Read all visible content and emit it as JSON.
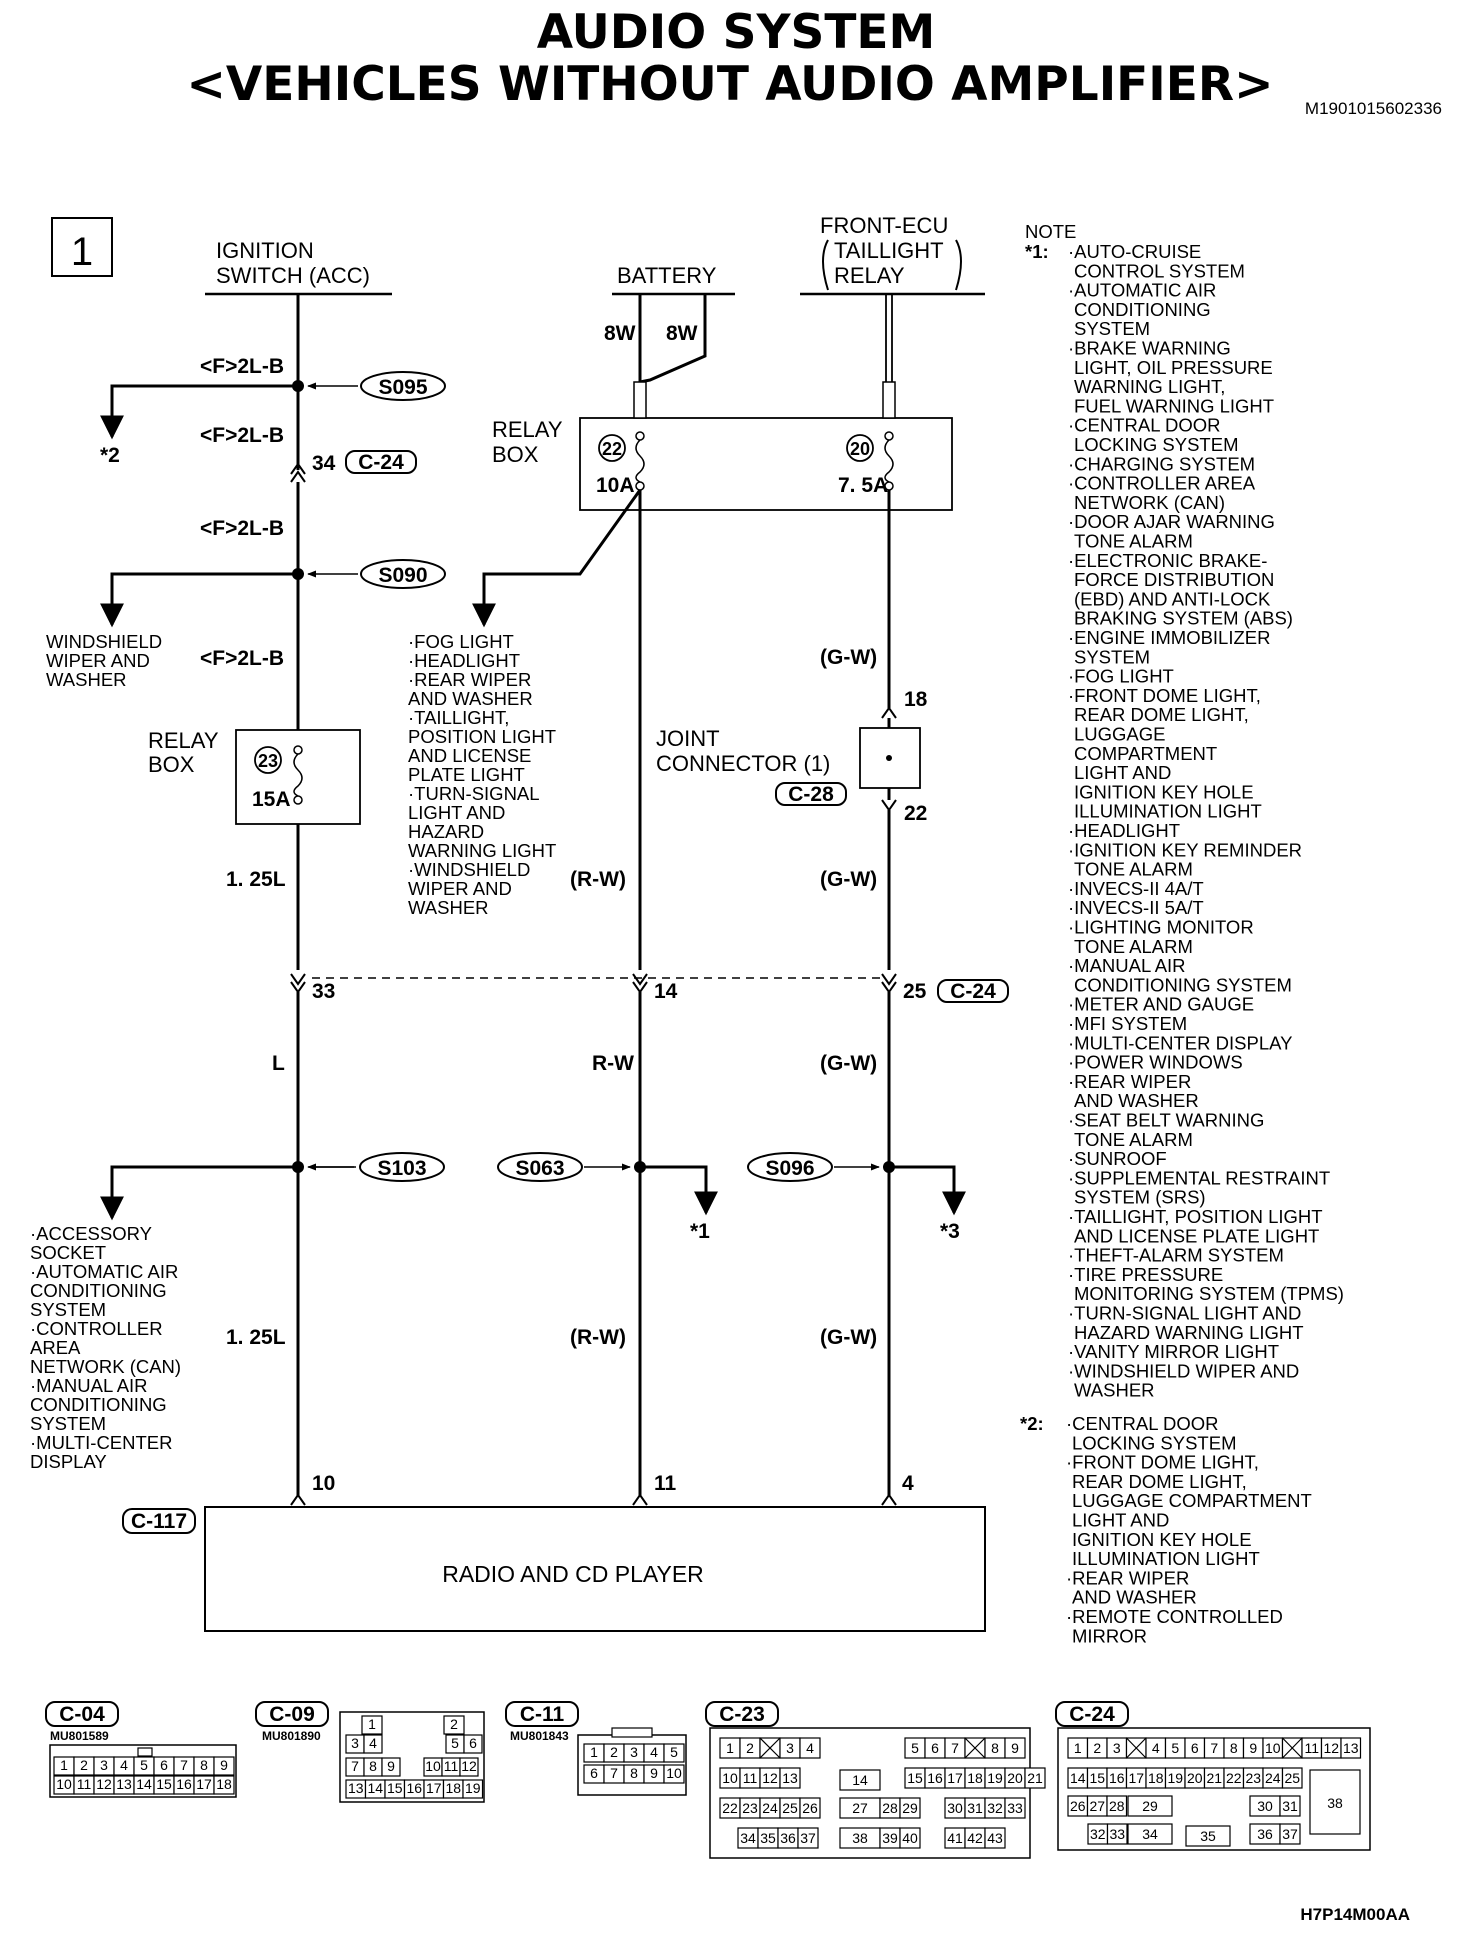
{
  "header": {
    "title_line1": "AUDIO SYSTEM",
    "title_line2": "<VEHICLES WITHOUT AUDIO AMPLIFIER>",
    "doc_id": "M1901015602336",
    "page_number": "1",
    "figure_code": "H7P14M00AA"
  },
  "sources": {
    "ignition_line1": "IGNITION",
    "ignition_line2": "SWITCH (ACC)",
    "battery": "BATTERY",
    "ecu_line1": "FRONT-ECU",
    "ecu_line2": "TAILLIGHT",
    "ecu_line3": "RELAY"
  },
  "wires": {
    "fb1": "<F>2L-B",
    "fb2": "<F>2L-B",
    "fb3": "<F>2L-B",
    "fb4": "<F>2L-B",
    "w8a": "8W",
    "w8b": "8W",
    "gw1": "(G-W)",
    "gw2": "(G-W)",
    "gw3": "(G-W)",
    "gw4": "(G-W)",
    "rw1": "(R-W)",
    "rw2": "R-W",
    "rw3": "(R-W)",
    "l125a": "1. 25L",
    "l": "L",
    "l125b": "1. 25L"
  },
  "splices": {
    "s095": "S095",
    "s090": "S090",
    "s103": "S103",
    "s063": "S063",
    "s096": "S096"
  },
  "connectors": {
    "c24_a": "C-24",
    "c24_b": "C-24",
    "c28": "C-28",
    "c117": "C-117"
  },
  "pins": {
    "p34": "34",
    "p33": "33",
    "p14": "14",
    "p25": "25",
    "p18": "18",
    "p22": "22",
    "p10": "10",
    "p11": "11",
    "p4": "4"
  },
  "relay_box_main": {
    "label1": "RELAY",
    "label2": "BOX",
    "fuse22": "22",
    "fuse22_rating": "10A",
    "fuse20": "20",
    "fuse20_rating": "7. 5A"
  },
  "relay_box_23": {
    "label1": "RELAY",
    "label2": "BOX",
    "fuse": "23",
    "rating": "15A"
  },
  "joint_connector": {
    "line1": "JOINT",
    "line2": "CONNECTOR (1)"
  },
  "refs": {
    "r2": "*2",
    "r1": "*1",
    "r3": "*3"
  },
  "destinations": {
    "windshield": [
      "WINDSHIELD",
      "WIPER AND",
      "WASHER"
    ],
    "center_list": [
      "·FOG LIGHT",
      "·HEADLIGHT",
      "·REAR WIPER",
      " AND WASHER",
      "·TAILLIGHT,",
      " POSITION LIGHT",
      " AND LICENSE",
      " PLATE LIGHT",
      "·TURN-SIGNAL",
      " LIGHT AND",
      " HAZARD",
      " WARNING LIGHT",
      "·WINDSHIELD",
      " WIPER AND",
      " WASHER"
    ],
    "left_list": [
      "·ACCESSORY",
      " SOCKET",
      "·AUTOMATIC AIR",
      " CONDITIONING",
      " SYSTEM",
      "·CONTROLLER",
      " AREA",
      " NETWORK (CAN)",
      "·MANUAL AIR",
      " CONDITIONING",
      " SYSTEM",
      "·MULTI-CENTER",
      " DISPLAY"
    ]
  },
  "device": {
    "name": "RADIO AND CD PLAYER"
  },
  "note": {
    "heading": "NOTE",
    "mark1": "*1:",
    "list1": [
      "·AUTO-CRUISE",
      " CONTROL SYSTEM",
      "·AUTOMATIC AIR",
      " CONDITIONING",
      " SYSTEM",
      "·BRAKE WARNING",
      " LIGHT, OIL PRESSURE",
      " WARNING LIGHT,",
      " FUEL WARNING LIGHT",
      "·CENTRAL DOOR",
      " LOCKING SYSTEM",
      "·CHARGING SYSTEM",
      "·CONTROLLER AREA",
      " NETWORK (CAN)",
      "·DOOR AJAR WARNING",
      " TONE ALARM",
      "·ELECTRONIC BRAKE-",
      " FORCE DISTRIBUTION",
      " (EBD) AND ANTI-LOCK",
      " BRAKING SYSTEM (ABS)",
      "·ENGINE IMMOBILIZER",
      " SYSTEM",
      "·FOG LIGHT",
      "·FRONT DOME LIGHT,",
      " REAR DOME LIGHT,",
      " LUGGAGE",
      " COMPARTMENT",
      " LIGHT AND",
      " IGNITION KEY HOLE",
      " ILLUMINATION LIGHT",
      "·HEADLIGHT",
      "·IGNITION KEY REMINDER",
      " TONE ALARM",
      "·INVECS-II 4A/T",
      "·INVECS-II 5A/T",
      "·LIGHTING MONITOR",
      " TONE ALARM",
      "·MANUAL AIR",
      " CONDITIONING SYSTEM",
      "·METER AND GAUGE",
      "·MFI SYSTEM",
      "·MULTI-CENTER DISPLAY",
      "·POWER WINDOWS",
      "·REAR WIPER",
      " AND WASHER",
      "·SEAT BELT WARNING",
      " TONE ALARM",
      "·SUNROOF",
      "·SUPPLEMENTAL RESTRAINT",
      " SYSTEM (SRS)",
      "·TAILLIGHT, POSITION LIGHT",
      " AND LICENSE PLATE LIGHT",
      "·THEFT-ALARM SYSTEM",
      "·TIRE PRESSURE",
      " MONITORING SYSTEM (TPMS)",
      "·TURN-SIGNAL LIGHT AND",
      " HAZARD WARNING LIGHT",
      "·VANITY MIRROR LIGHT",
      "·WINDSHIELD WIPER AND",
      " WASHER"
    ],
    "mark2": "*2:",
    "list2": [
      "·CENTRAL DOOR",
      " LOCKING SYSTEM",
      "·FRONT DOME LIGHT,",
      " REAR DOME LIGHT,",
      " LUGGAGE COMPARTMENT",
      " LIGHT AND",
      " IGNITION KEY HOLE",
      " ILLUMINATION LIGHT",
      "·REAR WIPER",
      " AND WASHER",
      "·REMOTE CONTROLLED",
      " MIRROR"
    ]
  },
  "connector_views": {
    "c04": {
      "label": "C-04",
      "part": "MU801589",
      "row1": [
        "1",
        "2",
        "3",
        "4",
        "5",
        "6",
        "7",
        "8",
        "9"
      ],
      "row2": [
        "10",
        "11",
        "12",
        "13",
        "14",
        "15",
        "16",
        "17",
        "18"
      ]
    },
    "c09": {
      "label": "C-09",
      "part": "MU801890",
      "top": [
        "1",
        "2"
      ],
      "mid": [
        "3",
        "4",
        "5",
        "6"
      ],
      "mid2": [
        "7",
        "8",
        "9",
        "10",
        "11",
        "12"
      ],
      "bottom": [
        "13",
        "14",
        "15",
        "16",
        "17",
        "18",
        "19"
      ]
    },
    "c11": {
      "label": "C-11",
      "part": "MU801843",
      "row1": [
        "1",
        "2",
        "3",
        "4",
        "5"
      ],
      "row2": [
        "6",
        "7",
        "8",
        "9",
        "10"
      ]
    },
    "c23": {
      "label": "C-23",
      "row1": [
        "1",
        "2",
        "",
        "3",
        "4",
        "5",
        "6",
        "7",
        "",
        "8",
        "9"
      ],
      "row2": [
        "10",
        "11",
        "12",
        "13",
        "14",
        "15",
        "16",
        "17",
        "18",
        "19",
        "20",
        "21"
      ],
      "row3": [
        "22",
        "23",
        "24",
        "25",
        "26",
        "27",
        "28",
        "29",
        "30",
        "31",
        "32",
        "33"
      ],
      "row4": [
        "34",
        "35",
        "36",
        "37",
        "38",
        "39",
        "40",
        "41",
        "42",
        "43"
      ]
    },
    "c24": {
      "label": "C-24",
      "row1": [
        "1",
        "2",
        "3",
        "",
        "4",
        "5",
        "6",
        "7",
        "8",
        "9",
        "10",
        "",
        "11",
        "12",
        "13"
      ],
      "row2": [
        "14",
        "15",
        "16",
        "17",
        "18",
        "19",
        "20",
        "21",
        "22",
        "23",
        "24",
        "25"
      ],
      "row3": [
        "26",
        "27",
        "28",
        "29",
        "30",
        "31",
        "38"
      ],
      "row4": [
        "32",
        "33",
        "34",
        "35",
        "36",
        "37"
      ]
    }
  }
}
